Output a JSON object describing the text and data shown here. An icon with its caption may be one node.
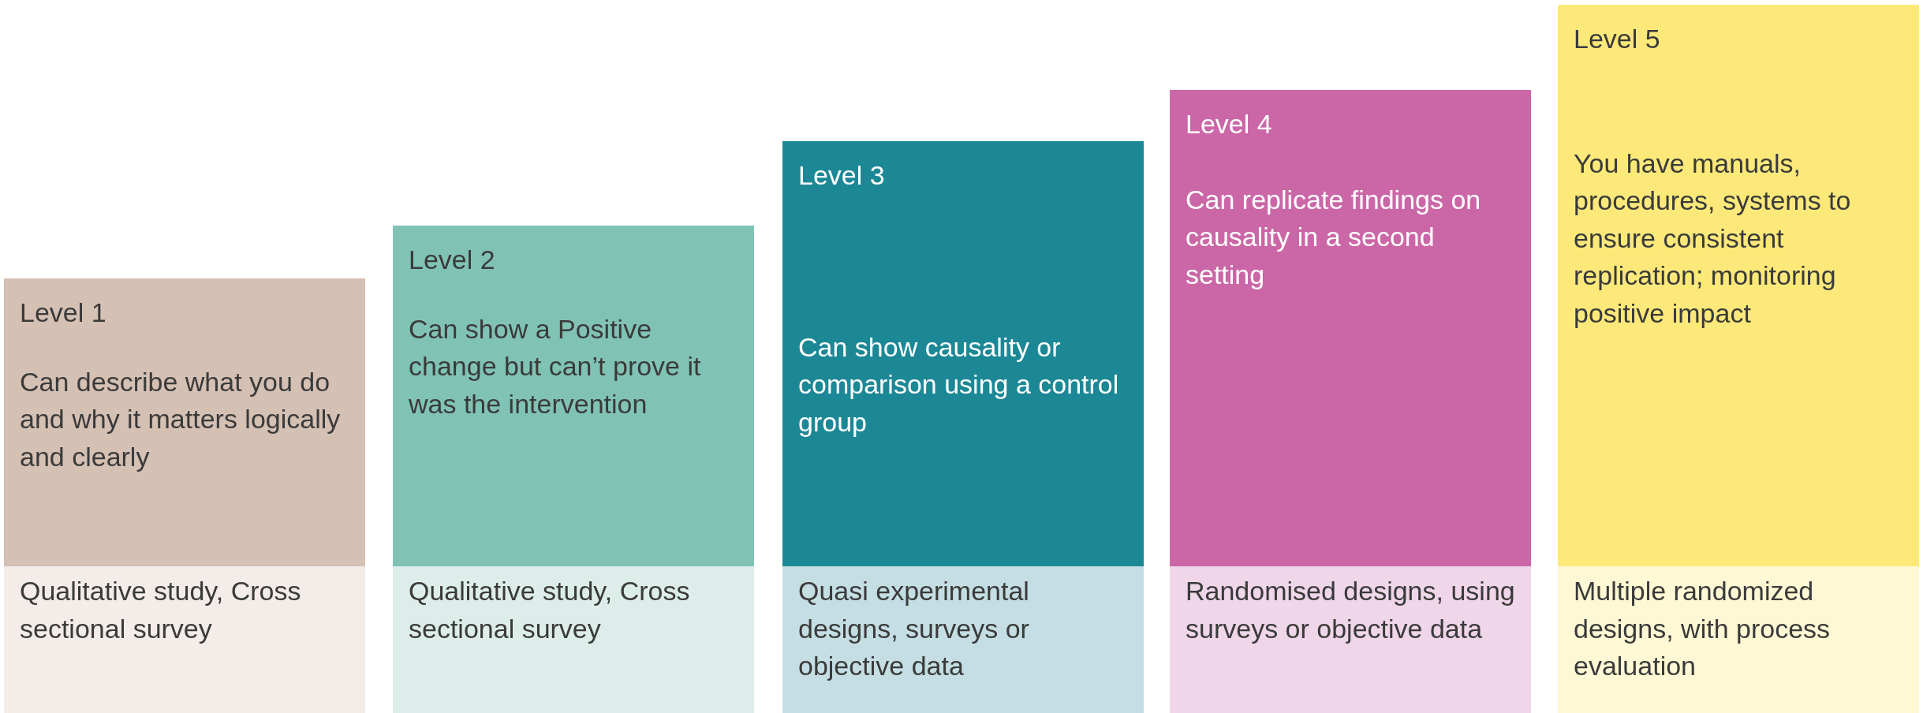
{
  "diagram": {
    "nodes": [
      {
        "text": [
          "Level 1",
          "Can describe what you do and why it matters logically and clearly"
        ]
      },
      {
        "text": [
          "Qualitative study, Cross sectional survey"
        ]
      },
      {
        "text": [
          "Level 2",
          "Can show a Positive change but can’t prove it was the intervention"
        ]
      },
      {
        "text": [
          "Qualitative study, Cross sectional survey"
        ]
      },
      {
        "text": [
          "Level 3",
          "Can show causality or comparison using a control group"
        ]
      },
      {
        "text": [
          "Quasi experimental designs, surveys or objective data"
        ]
      },
      {
        "text": [
          "Level 4",
          "Can replicate findings on causality in a second setting"
        ]
      },
      {
        "text": [
          "Randomised designs, using surveys or objective data"
        ]
      },
      {
        "text": [
          "Level 5",
          "You have manuals, procedures, systems to ensure consistent replication; monitoring positive impact"
        ]
      },
      {
        "text": [
          "Multiple randomized designs, with process evaluation"
        ]
      }
    ]
  }
}
